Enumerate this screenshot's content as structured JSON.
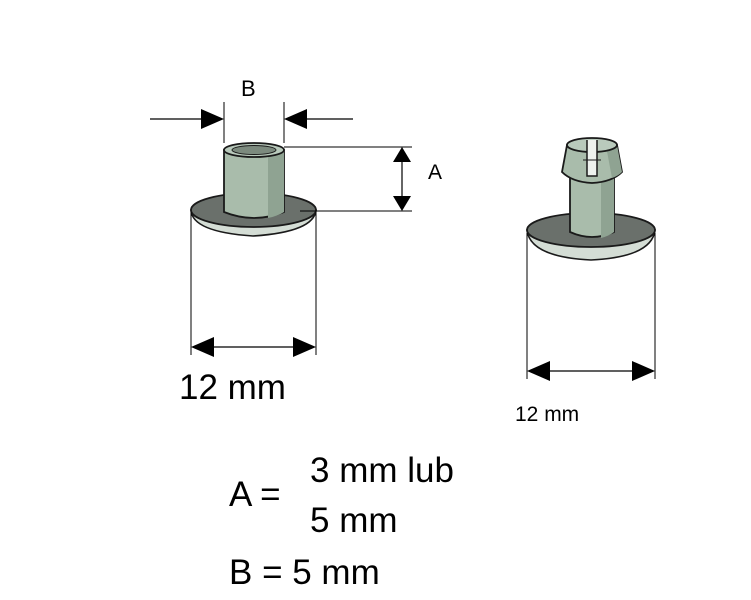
{
  "labels": {
    "b": "B",
    "a": "A",
    "width_left": "12 mm",
    "width_right": "12 mm"
  },
  "legend": {
    "a_prefix": "A =",
    "a_option_1": "3 mm lub",
    "a_option_2": "5 mm",
    "b_line": "B = 5 mm"
  },
  "colors": {
    "body_fill": "#a9bcab",
    "body_shade": "#8fa392",
    "flange_top": "#6a706b",
    "flange_rim": "#d4ddd5",
    "outline": "#1a1a1a",
    "arrow": "#000000"
  }
}
